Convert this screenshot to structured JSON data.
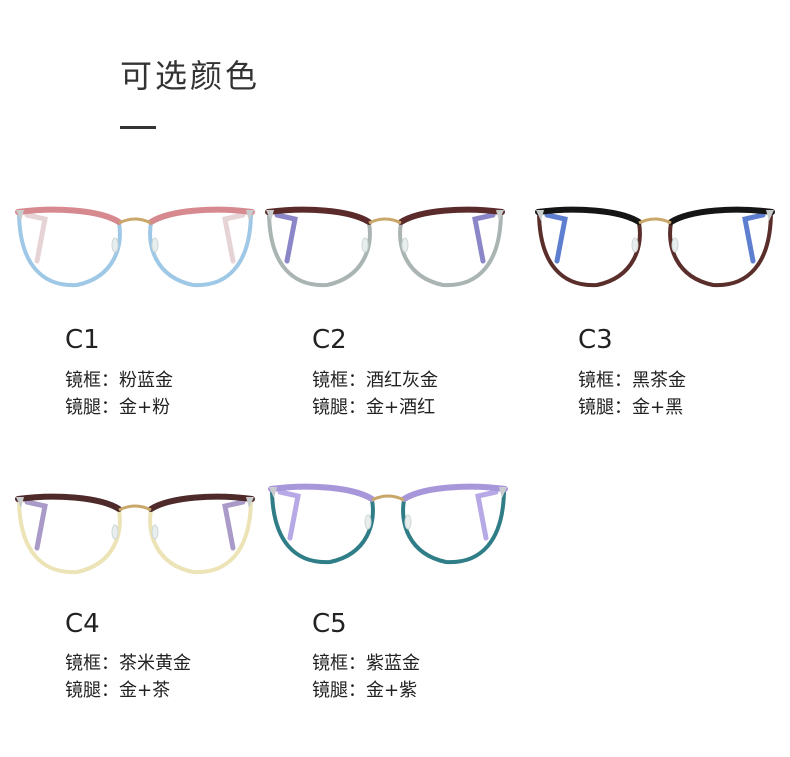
{
  "page": {
    "title": "可选颜色"
  },
  "products": [
    {
      "code": "C1",
      "frame_label": "镜框：",
      "frame_value": "粉蓝金",
      "temple_label": "镜腿：",
      "temple_value": "金+粉",
      "colors": {
        "top": "#d68a8f",
        "lower": "#9fc8e6",
        "temple": "#e6d3d6",
        "tip": "#c9cccc",
        "bridge": "#c9a66a"
      }
    },
    {
      "code": "C2",
      "frame_label": "镜框：",
      "frame_value": "酒红灰金",
      "temple_label": "镜腿：",
      "temple_value": "金+酒红",
      "colors": {
        "top": "#5b2a2a",
        "lower": "#a9b4b3",
        "temple": "#8a86c8",
        "tip": "#c9cccc",
        "bridge": "#c9a66a"
      }
    },
    {
      "code": "C3",
      "frame_label": "镜框：",
      "frame_value": "黑茶金",
      "temple_label": "镜腿：",
      "temple_value": "金+黑",
      "colors": {
        "top": "#151515",
        "lower": "#5a2e2a",
        "temple": "#5e7fd0",
        "tip": "#c9cccc",
        "bridge": "#c9a66a"
      }
    },
    {
      "code": "C4",
      "frame_label": "镜框：",
      "frame_value": "茶米黄金",
      "temple_label": "镜腿：",
      "temple_value": "金+茶",
      "colors": {
        "top": "#4e2a2a",
        "lower": "#ece3b6",
        "temple": "#a99ac8",
        "tip": "#c9cccc",
        "bridge": "#c9a66a"
      }
    },
    {
      "code": "C5",
      "frame_label": "镜框：",
      "frame_value": "紫蓝金",
      "temple_label": "镜腿：",
      "temple_value": "金+紫",
      "colors": {
        "top": "#a796d9",
        "lower": "#2f7e87",
        "temple": "#b7a8e6",
        "tip": "#c9cccc",
        "bridge": "#c9a66a"
      }
    }
  ]
}
